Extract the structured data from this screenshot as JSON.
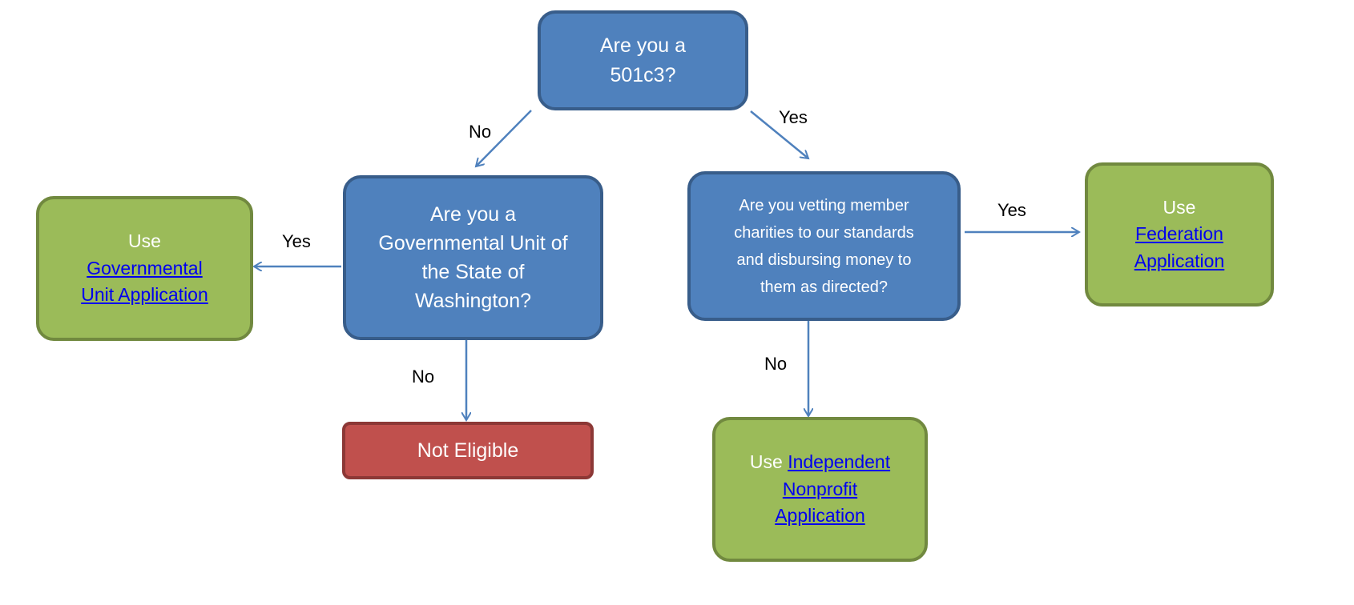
{
  "nodes": {
    "q501c3": {
      "line1": "Are you a",
      "line2": "501c3?"
    },
    "q_gov": {
      "line1": "Are you a",
      "line2": "Governmental Unit of",
      "line3": "the State of",
      "line4": "Washington?"
    },
    "q_vetting": {
      "line1": "Are you vetting member",
      "line2": "charities to our standards",
      "line3": "and disbursing money to",
      "line4": "them as directed?"
    },
    "gov_app": {
      "prefix": "Use",
      "link1": "Governmental",
      "link2": "Unit Application"
    },
    "fed_app": {
      "prefix": "Use",
      "link1": "Federation",
      "link2": "Application"
    },
    "not_eligible": {
      "text": "Not Eligible"
    },
    "indep_app": {
      "prefix": "Use ",
      "link1": "Independent",
      "link2": "Nonprofit",
      "link3": "Application"
    }
  },
  "edges": {
    "no1": "No",
    "yes1": "Yes",
    "gov_yes": "Yes",
    "gov_no": "No",
    "vet_yes": "Yes",
    "vet_no": "No"
  },
  "colors": {
    "question": "#4f81bd",
    "outcome": "#9bbb59",
    "ineligible": "#c0504d",
    "arrow": "#4f81bd"
  }
}
